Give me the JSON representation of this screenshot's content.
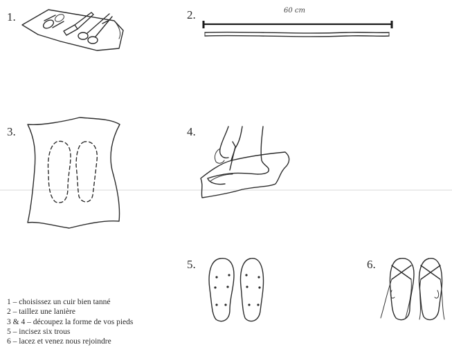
{
  "steps": [
    {
      "number": "1."
    },
    {
      "number": "2.",
      "measure": "60 cm"
    },
    {
      "number": "3."
    },
    {
      "number": "4."
    },
    {
      "number": "5."
    },
    {
      "number": "6."
    }
  ],
  "legend": [
    "1 – choisissez un cuir bien tanné",
    "2 – taillez une lanière",
    "3 & 4 – découpez la forme de vos pieds",
    "5 – incisez six trous",
    "6 – lacez et venez nous rejoindre"
  ]
}
